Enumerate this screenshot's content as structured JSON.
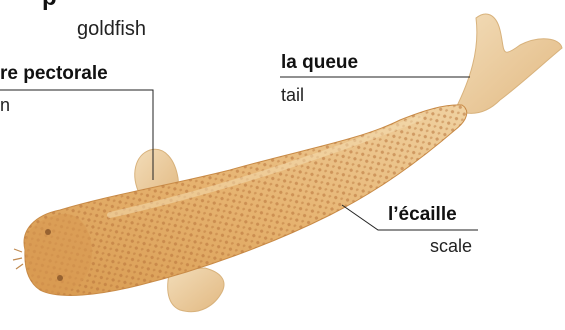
{
  "title_fragment": "p",
  "subtitle": "goldfish",
  "labels": {
    "pectoral_fr": "re pectorale",
    "pectoral_en": "n",
    "tail_fr": "la queue",
    "tail_en": "tail",
    "scale_fr": "l’écaille",
    "scale_en": "scale"
  },
  "colors": {
    "body": "#d9a45a",
    "body_light": "#efc98a",
    "fin": "#e9c99c",
    "spots": "#b5713a",
    "line": "#222222"
  }
}
